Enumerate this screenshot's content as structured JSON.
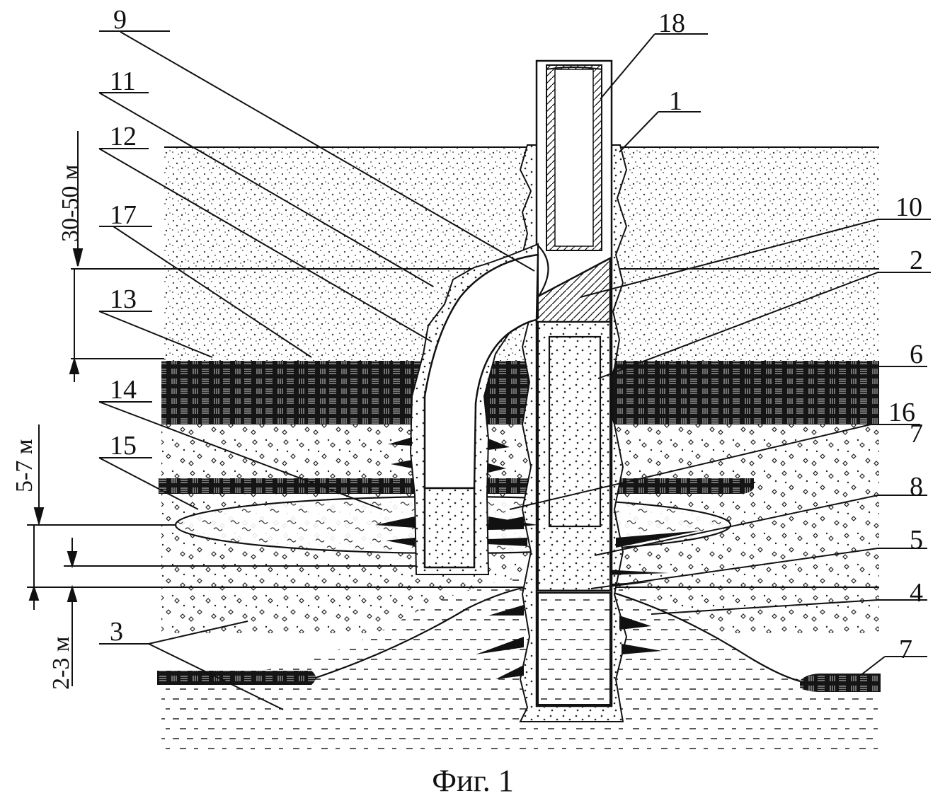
{
  "figure": {
    "caption": "Фиг. 1",
    "dimensions": [
      "30-50 м",
      "5-7 м",
      "2-3 м"
    ],
    "labels": [
      "9",
      "18",
      "11",
      "1",
      "12",
      "17",
      "10",
      "2",
      "13",
      "6",
      "14",
      "16",
      "15",
      "7",
      "8",
      "5",
      "4",
      "3",
      "7"
    ]
  }
}
